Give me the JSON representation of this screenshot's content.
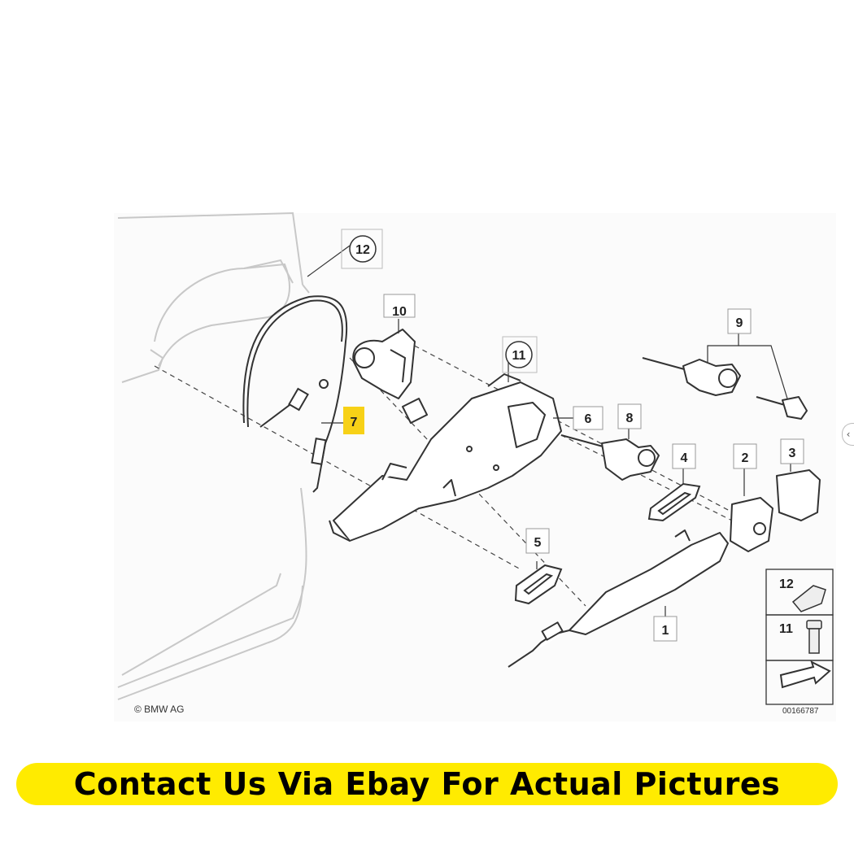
{
  "diagram": {
    "copyright": "© BMW AG",
    "figure_number": "00166787",
    "callouts": {
      "c1": "1",
      "c2": "2",
      "c3": "3",
      "c4": "4",
      "c5": "5",
      "c6": "6",
      "c7": "7",
      "c8": "8",
      "c9": "9",
      "c10": "10",
      "c11_circle": "11",
      "c12_circle": "12",
      "c11_box": "11",
      "c12_box": "12"
    },
    "highlight_color": "#f7d117",
    "line_color": "#333333",
    "ghost_color": "#c8c8c8"
  },
  "banner": {
    "text": "Contact Us Via Ebay For Actual Pictures",
    "color": "#ffeb00"
  },
  "edge_control": {
    "glyph": "‹"
  }
}
